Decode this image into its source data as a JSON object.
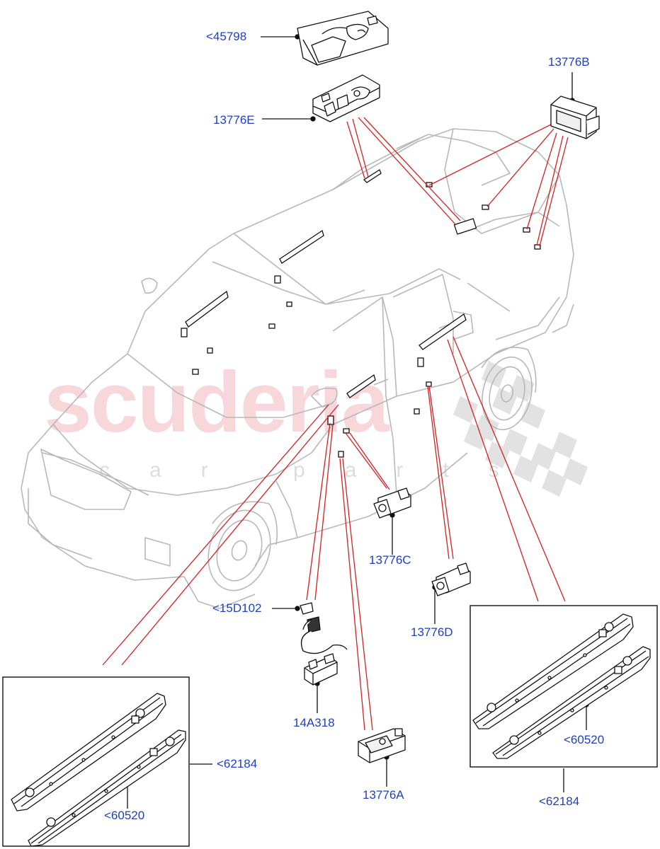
{
  "watermark": {
    "brand": "scuderia",
    "tagline": "car parts"
  },
  "callouts": {
    "c45798": "<45798",
    "c13776E": "13776E",
    "c13776B": "13776B",
    "c13776C": "13776C",
    "c13776D": "13776D",
    "c15D102": "<15D102",
    "c14A318": "14A318",
    "c13776A": "13776A",
    "c62184_left": "<62184",
    "c60520_left": "<60520",
    "c60520_right": "<60520",
    "c62184_right": "<62184"
  },
  "colors": {
    "callout_text": "#1f3fbf",
    "leader_red": "#d42020",
    "outline": "#111111",
    "car_outline": "#b8b8b8"
  }
}
